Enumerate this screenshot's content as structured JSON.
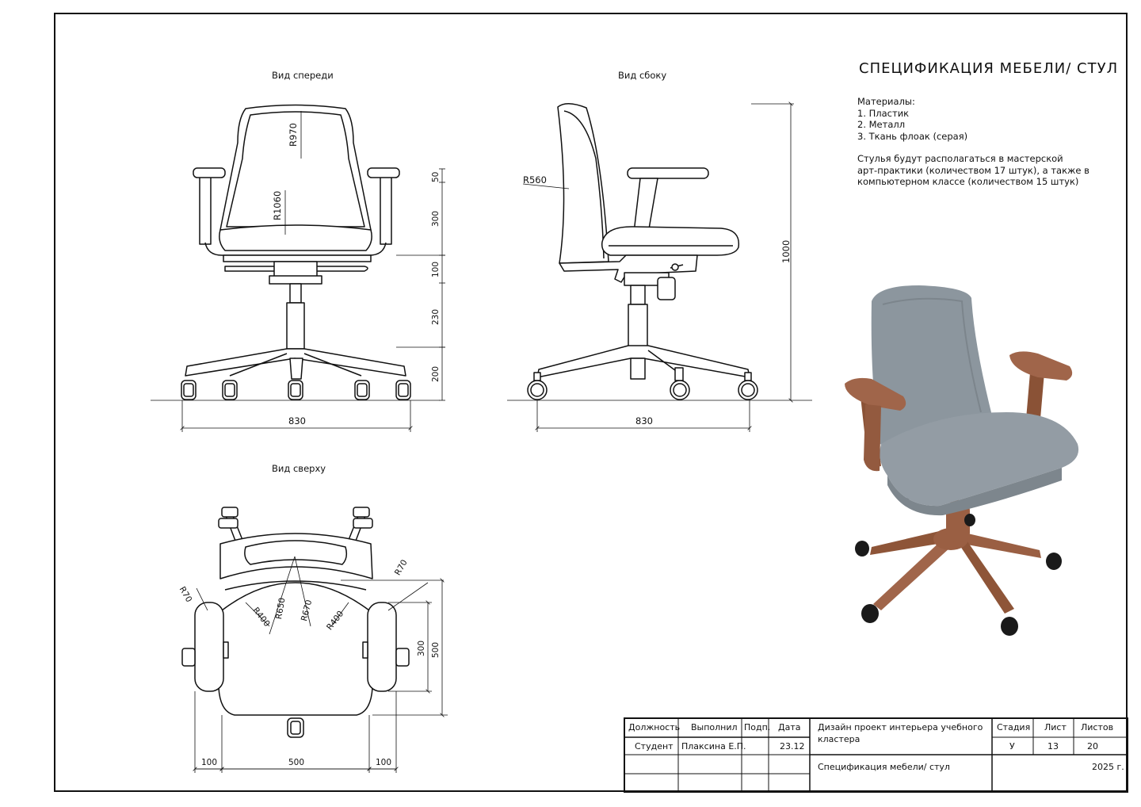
{
  "views": {
    "front": "Вид спереди",
    "side": "Вид сбоку",
    "top": "Вид сверху"
  },
  "dimensions": {
    "front": {
      "width": "830",
      "r_top": "R970",
      "r_mid": "R1060",
      "heights": [
        "50",
        "300",
        "100",
        "230",
        "200"
      ]
    },
    "side": {
      "width": "830",
      "radius": "R560",
      "height": "1000"
    },
    "top": {
      "r70_left": "R70",
      "r70_right": "R70",
      "r400_left": "R400",
      "r650": "R650",
      "r670": "R670",
      "r400_right": "R400",
      "h300": "300",
      "h500": "500",
      "w100_left": "100",
      "w500": "500",
      "w100_right": "100"
    }
  },
  "spec": {
    "title": "СПЕЦИФИКАЦИЯ МЕБЕЛИ/ СТУЛ",
    "materials_heading": "Материалы:",
    "materials": [
      "1. Пластик",
      "2. Металл",
      "3. Ткань флоак (серая)"
    ],
    "note_lines": [
      "Стулья будут располагаться в мастерской",
      "арт-практики (количеством 17 штук), а также в",
      "компьютерном классе (количеством 15 штук)"
    ]
  },
  "stamp": {
    "h_position": "Должность",
    "h_author": "Выполнил",
    "h_sign": "Подп.",
    "h_date": "Дата",
    "position": "Студент",
    "author": "Плаксина Е.П.",
    "date": "23.12",
    "project_line1": "Дизайн проект интерьера учебного",
    "project_line2": "кластера",
    "h_stage": "Стадия",
    "h_sheet": "Лист",
    "h_sheets": "Листов",
    "stage": "У",
    "sheet": "13",
    "sheets": "20",
    "sheet_title": "Спецификация мебели/ стул",
    "year": "2025 г."
  },
  "colors": {
    "fabric": "#8c969e",
    "wood": "#9a5f43",
    "caster": "#1a1a1a",
    "line": "#111111"
  }
}
